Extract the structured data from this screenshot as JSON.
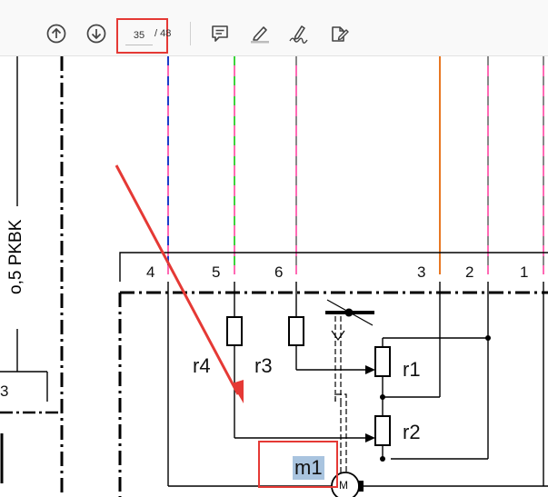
{
  "toolbar": {
    "prev_page_icon": "arrow-up-circle-icon",
    "next_page_icon": "arrow-down-circle-icon",
    "current_page": "35",
    "total_pages": "/ 48",
    "comment_icon": "comment-icon",
    "highlight_icon": "highlighter-icon",
    "sign_icon": "signature-icon",
    "edit_icon": "edit-document-icon"
  },
  "diagram": {
    "wire_label": "o,5 PKBK",
    "pins": [
      "4",
      "5",
      "6",
      "3",
      "2",
      "1"
    ],
    "left_pin": "3",
    "resistors": [
      "r4",
      "r3",
      "r1",
      "r2"
    ],
    "motor_label": "M",
    "component_label": "m1"
  },
  "colors": {
    "annotation_red": "#e53935",
    "text_highlight": "#a9c4df",
    "wire_pink": "#ff69b4",
    "wire_orange": "#e87722"
  }
}
